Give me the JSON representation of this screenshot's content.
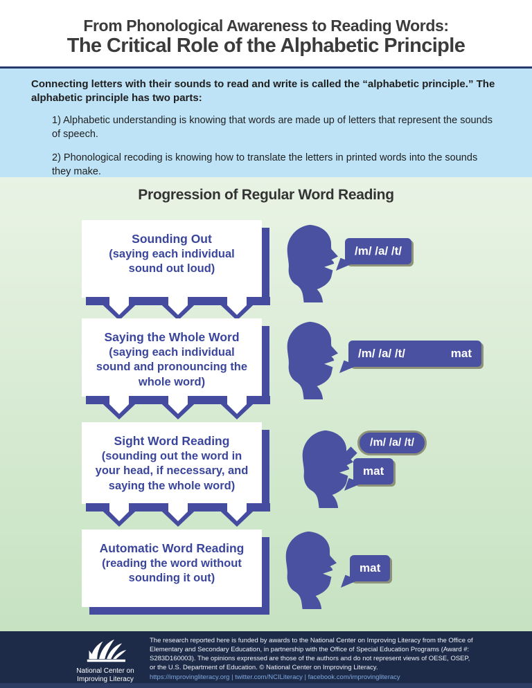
{
  "header": {
    "title_line1": "From Phonological Awareness to Reading Words:",
    "title_line2": "The Critical Role of the Alphabetic Principle"
  },
  "intro": {
    "lead": "Connecting letters with their sounds to read and write is called the “alphabetic principle.” The alphabetic principle has two parts:",
    "point1": "1) Alphabetic understanding is knowing that words are made up of letters that represent the sounds of speech.",
    "point2": "2) Phonological recoding is knowing how to translate the letters in printed words into the sounds they make."
  },
  "progression": {
    "heading": "Progression of Regular Word Reading",
    "steps": [
      {
        "title": "Sounding Out",
        "subtitle": "(saying each individual sound out loud)",
        "speech_sounds": "/m/ /a/ /t/"
      },
      {
        "title": "Saying the Whole Word",
        "subtitle": "(saying each individual sound and pronouncing the whole word)",
        "speech_sounds": "/m/ /a/ /t/",
        "speech_word": "mat"
      },
      {
        "title": "Sight Word Reading",
        "subtitle": "(sounding out the word in your head, if necessary, and saying the whole word)",
        "thought_sounds": "/m/ /a/ /t/",
        "speech_word": "mat"
      },
      {
        "title": "Automatic Word Reading",
        "subtitle": "(reading the word without sounding it out)",
        "speech_word": "mat"
      }
    ]
  },
  "footer": {
    "logo_line1": "National Center on",
    "logo_line2": "Improving Literacy",
    "text": "The research reported here is funded by awards to the National Center on Improving Literacy from the Office of Elementary and Secondary Education, in partnership with the Office of Special Education Programs (Award #: S283D160003). The opinions expressed are those of the authors and do not represent views of OESE, OSEP, or the U.S. Department of Education. © National Center on Improving Literacy.",
    "links": "https://improvingliteracy.org | twitter.com/NCILiteracy | facebook.com/improvingliteracy"
  },
  "colors": {
    "accent_navy": "#4a51a0",
    "box_shadow_navy": "#454ca0",
    "light_blue": "#bee3f6",
    "green_top": "#e9f3e5",
    "green_bottom": "#c6e2c1",
    "footer_navy": "#1d2b49",
    "link_blue": "#7fa8dd",
    "bubble_shadow_olive": "#8d9279",
    "divider_navy": "#27386d"
  }
}
